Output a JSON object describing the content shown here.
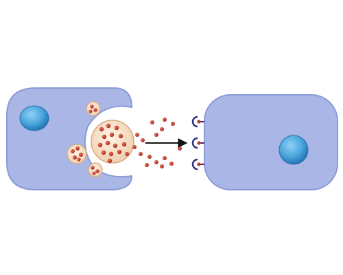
{
  "figure": {
    "colors": {
      "background": "#ffffff",
      "cell_fill": "#a9b6e6",
      "cell_stroke": "#7f8fd0",
      "nucleus_outer": "#2f86c6",
      "nucleus_inner": "#7cc4ef",
      "vesicle_fill": "#f6dcc2",
      "vesicle_stroke": "#d9b08a",
      "molecule": "#c0392b",
      "receptor": "#2b2f7a",
      "arrow": "#111111"
    },
    "secreting_cell": {
      "vesicles": 3
    },
    "target_cell": {
      "receptors": 3
    },
    "released_molecules": {
      "count": 16
    },
    "arrow": {
      "direction": "right"
    }
  }
}
